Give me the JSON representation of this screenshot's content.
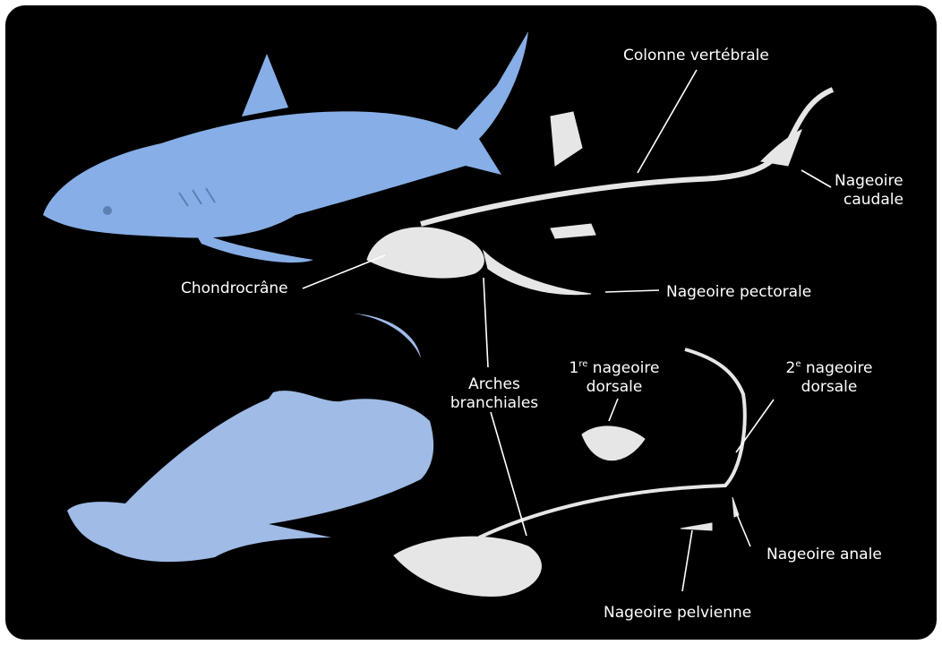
{
  "labels": {
    "colonne": "Colonne vertébrale",
    "caudale_line1": "Nageoire",
    "caudale_line2": "caudale",
    "chondrocrane": "Chondrocrâne",
    "pectorale": "Nageoire pectorale",
    "arches_line1": "Arches",
    "arches_line2": "branchiales",
    "dorsale1_num": "1",
    "dorsale1_sup": "re",
    "dorsale1_rest": " nageoire",
    "dorsale1_line2": "dorsale",
    "dorsale2_num": "2",
    "dorsale2_sup": "e",
    "dorsale2_rest": " nageoire",
    "dorsale2_line2": "dorsale",
    "anale": "Nageoire anale",
    "pelvienne": "Nageoire pelvienne"
  },
  "colors": {
    "background": "#000000",
    "shark_body": "#87aee6",
    "hammerhead_body": "#9fbbe6",
    "skeleton": "#e6e6e6",
    "label_text": "#ffffff",
    "leader_line": "#ffffff"
  }
}
